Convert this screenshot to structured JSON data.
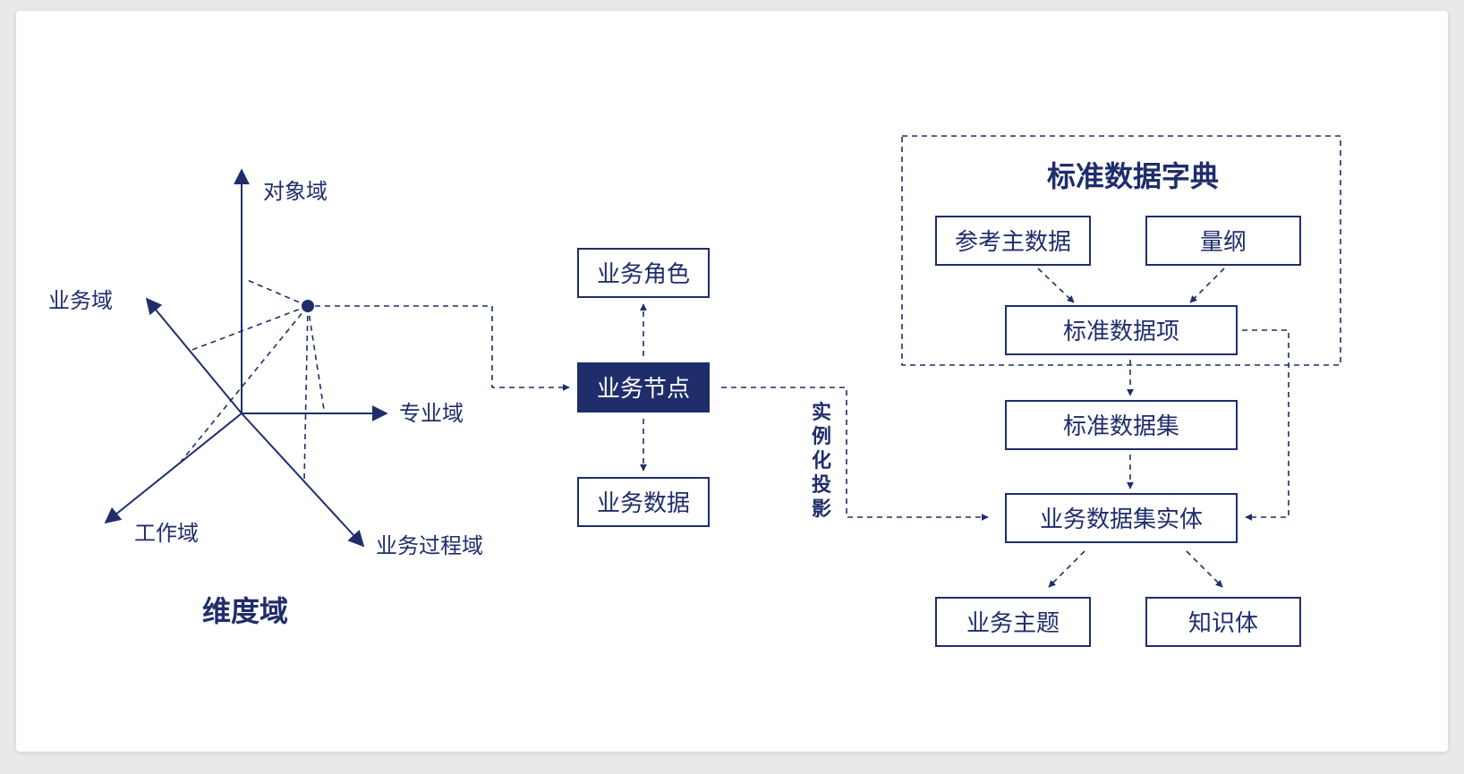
{
  "colors": {
    "navy": "#1f2d6b",
    "background": "#ffffff",
    "page": "#e9e9eb"
  },
  "dimension": {
    "axis_object": "对象域",
    "axis_business": "业务域",
    "axis_professional": "专业域",
    "axis_work": "工作域",
    "axis_process": "业务过程域",
    "title": "维度域"
  },
  "node": {
    "role": "业务角色",
    "business_node": "业务节点",
    "business_data": "业务数据"
  },
  "projection_label": [
    "实",
    "例",
    "化",
    "投",
    "影"
  ],
  "dictionary": {
    "title": "标准数据字典",
    "reference_master": "参考主数据",
    "dimension_unit": "量纲",
    "standard_item": "标准数据项"
  },
  "flow": {
    "standard_set": "标准数据集",
    "entity": "业务数据集实体",
    "topic": "业务主题",
    "knowledge": "知识体"
  }
}
